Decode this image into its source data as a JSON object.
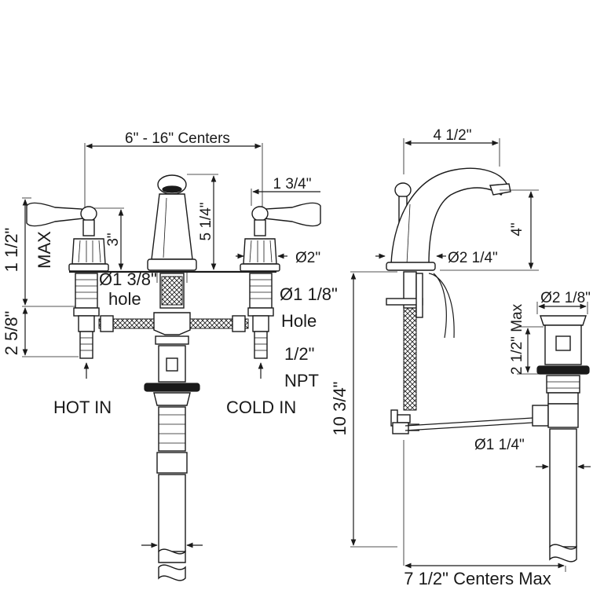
{
  "front_view": {
    "centers": "6\" - 16\" Centers",
    "spout_width": "1 3/4\"",
    "spout_height": "5 1/4\"",
    "handle_height": "3\"",
    "max_deck": "1 1/2\"",
    "max_word": "MAX",
    "handle_base_dia": "Ø2\"",
    "spout_hole_dia": "Ø1 3/8\"",
    "spout_hole_word": "hole",
    "valve_hole_dia": "Ø1 1/8\"",
    "valve_hole_word": "Hole",
    "shank_length": "2 5/8\"",
    "thread_size": "1/2\"",
    "thread_type": "NPT",
    "hot_in": "HOT IN",
    "cold_in": "COLD IN"
  },
  "side_view": {
    "reach": "4 1/2\"",
    "spout_clearance": "4\"",
    "base_dia": "Ø2 1/4\"",
    "overall_height": "10 3/4\"",
    "pop_up_centers": "7 1/2\" Centers Max"
  },
  "drain_view": {
    "flange_dia": "Ø2 1/8\"",
    "flange_height": "2 1/2\" Max",
    "tailpiece_dia": "Ø1 1/4\""
  }
}
